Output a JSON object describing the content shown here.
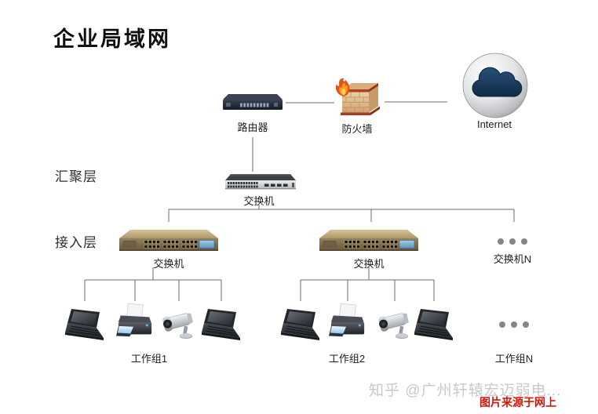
{
  "title": "企业局域网",
  "layer_labels": {
    "aggregation": "汇聚层",
    "access": "接入层"
  },
  "nodes": {
    "router": "路由器",
    "firewall": "防火墙",
    "internet": "Internet",
    "core_switch": "交换机",
    "access_switch_1": "交换机",
    "access_switch_2": "交换机",
    "access_switch_n": "交换机N",
    "workgroup_1": "工作组1",
    "workgroup_2": "工作组2",
    "workgroup_n": "工作组N"
  },
  "workgroup_devices": [
    "laptop",
    "printer",
    "camera",
    "laptop"
  ],
  "watermark": {
    "handle": "知乎 @广州轩辕宏迈弱电...",
    "source_note": "图片来源于网上"
  },
  "colors": {
    "source_note_red": "#d2170b",
    "watermark_gray": "#c9c9c9",
    "connector_line": "#6b6b6b",
    "ellipsis_gray": "#848587",
    "access_switch_tan": "#8d7b58",
    "access_switch_blue": "#7fb2d8",
    "internet_cloud_navy": "#16324f",
    "firewall_brick": "#e0b184"
  }
}
